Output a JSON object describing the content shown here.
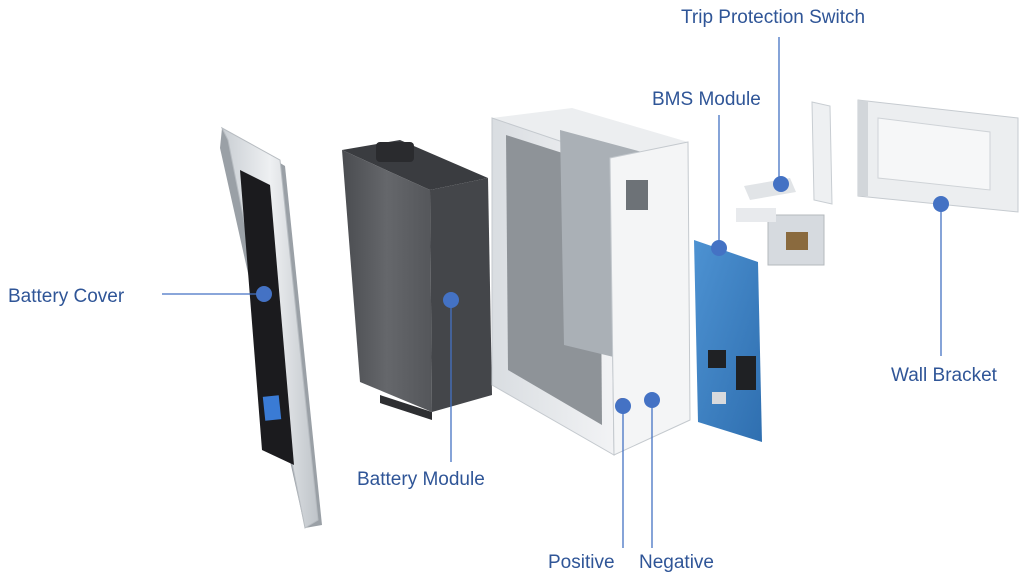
{
  "labels": {
    "trip_protection_switch": "Trip Protection Switch",
    "bms_module": "BMS Module",
    "battery_cover": "Battery Cover",
    "wall_bracket": "Wall Bracket",
    "battery_module": "Battery Module",
    "positive": "Positive",
    "negative": "Negative"
  },
  "colors": {
    "label_text": "#2f5597",
    "leader_line": "#4472c4",
    "callout_dot": "#4472c4",
    "bms_board": "#3f86c8",
    "battery_body": "#5a5c60",
    "panel_metal": "#dfe3e7",
    "screen": "#1b1b1e"
  }
}
